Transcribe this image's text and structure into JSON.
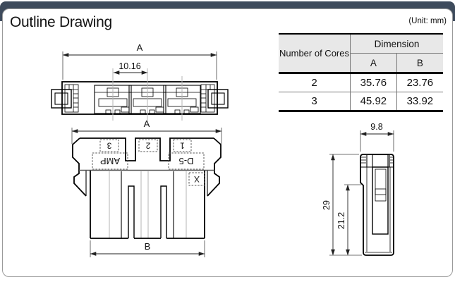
{
  "page": {
    "title": "Outline Drawing",
    "unit": "(Unit: mm)"
  },
  "table": {
    "cores_header": "Number of Cores",
    "dim_header": "Dimension",
    "col_a": "A",
    "col_b": "B",
    "rows": [
      {
        "cores": "2",
        "a": "35.76",
        "b": "23.76"
      },
      {
        "cores": "3",
        "a": "45.92",
        "b": "33.92"
      }
    ]
  },
  "top_view": {
    "dim_a": "A",
    "pitch": "10.16"
  },
  "front_view": {
    "dim_a": "A",
    "dim_b": "B",
    "cavity_3": "3",
    "cavity_2": "2",
    "cavity_1": "1",
    "marking_brand": "AMP",
    "marking_part": "D-5",
    "marking_x": "X"
  },
  "side_view": {
    "width": "9.8",
    "height": "29",
    "inner_height": "21.2"
  },
  "colors": {
    "bar": "#3e4b5c",
    "thead": "#e8e8e8",
    "center": "#b5b5b5",
    "line": "#000000"
  }
}
